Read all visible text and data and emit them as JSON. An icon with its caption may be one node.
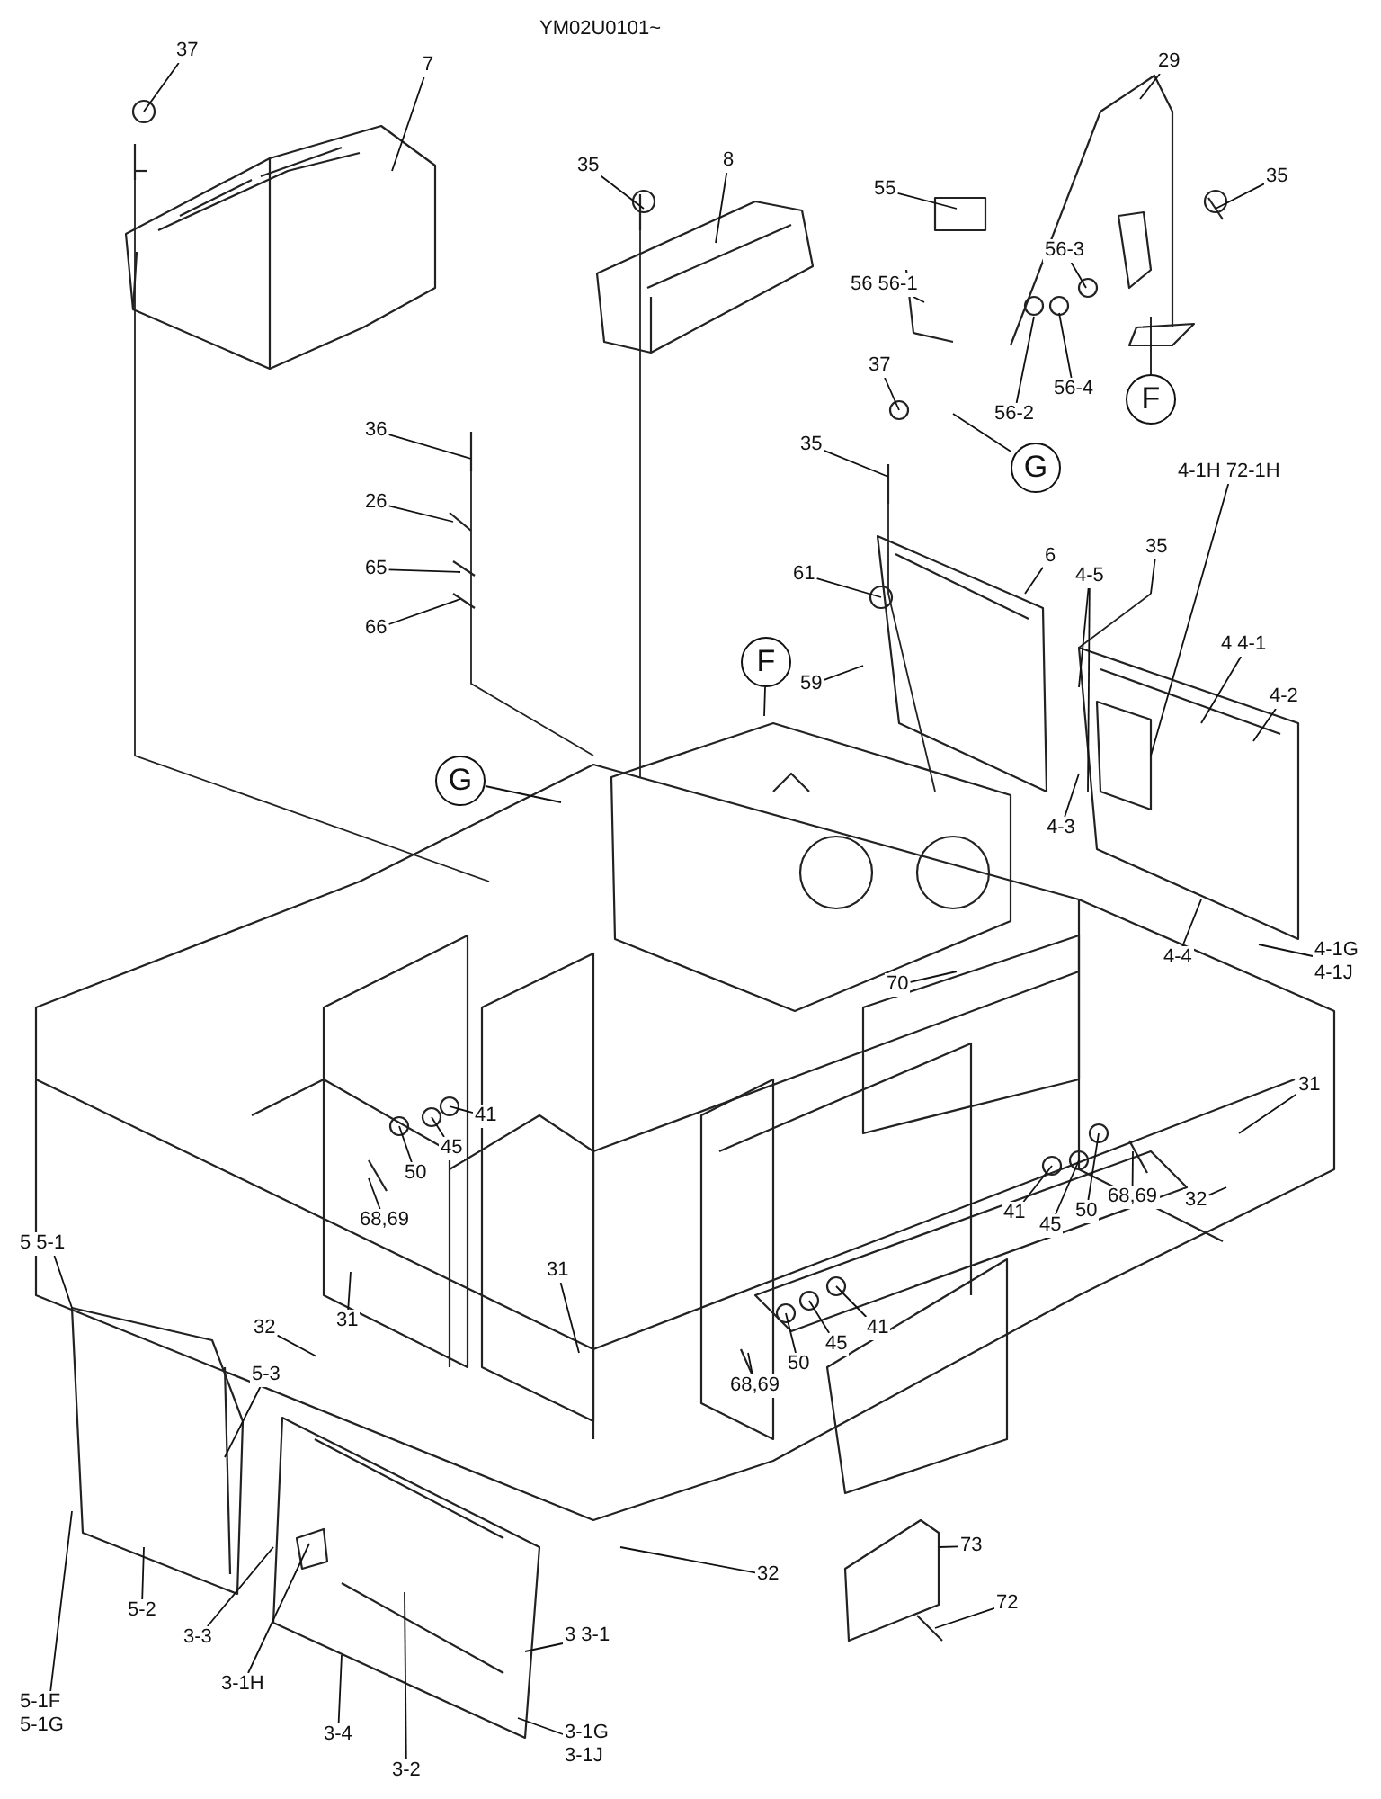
{
  "diagram": {
    "nodes": [
      {
        "text": [
          "37"
        ]
      },
      {
        "text": [
          "7"
        ]
      },
      {
        "text": [
          "35"
        ]
      },
      {
        "text": [
          "8"
        ]
      },
      {
        "text": [
          "29"
        ]
      },
      {
        "text": [
          "35"
        ]
      },
      {
        "text": [
          "55"
        ]
      },
      {
        "text": [
          "56 56-1"
        ]
      },
      {
        "text": [
          "56-3"
        ]
      },
      {
        "text": [
          "56-4"
        ]
      },
      {
        "text": [
          "56-2"
        ]
      },
      {
        "text": [
          "37"
        ]
      },
      {
        "text": [
          "F"
        ]
      },
      {
        "text": [
          "G"
        ]
      },
      {
        "text": [
          "36"
        ]
      },
      {
        "text": [
          "26"
        ]
      },
      {
        "text": [
          "65"
        ]
      },
      {
        "text": [
          "66"
        ]
      },
      {
        "text": [
          "35"
        ]
      },
      {
        "text": [
          "6"
        ]
      },
      {
        "text": [
          "61"
        ]
      },
      {
        "text": [
          "4-1H 72-1H"
        ]
      },
      {
        "text": [
          "35"
        ]
      },
      {
        "text": [
          "4-5"
        ]
      },
      {
        "text": [
          "4 4-1"
        ]
      },
      {
        "text": [
          "4-2"
        ]
      },
      {
        "text": [
          "F"
        ]
      },
      {
        "text": [
          "59"
        ]
      },
      {
        "text": [
          "G"
        ]
      },
      {
        "text": [
          "4-3"
        ]
      },
      {
        "text": [
          "4-4"
        ]
      },
      {
        "text": [
          "4-1G 4-1J"
        ]
      },
      {
        "text": [
          "70"
        ]
      },
      {
        "text": [
          "31"
        ]
      },
      {
        "text": [
          "41"
        ]
      },
      {
        "text": [
          "45"
        ]
      },
      {
        "text": [
          "50"
        ]
      },
      {
        "text": [
          "68,69"
        ]
      },
      {
        "text": [
          "32"
        ]
      },
      {
        "text": [
          "41"
        ]
      },
      {
        "text": [
          "45"
        ]
      },
      {
        "text": [
          "50"
        ]
      },
      {
        "text": [
          "68,69"
        ]
      },
      {
        "text": [
          "5 5-1"
        ]
      },
      {
        "text": [
          "32"
        ]
      },
      {
        "text": [
          "31"
        ]
      },
      {
        "text": [
          "31"
        ]
      },
      {
        "text": [
          "5-3"
        ]
      },
      {
        "text": [
          "41"
        ]
      },
      {
        "text": [
          "45"
        ]
      },
      {
        "text": [
          "50"
        ]
      },
      {
        "text": [
          "68,69"
        ]
      },
      {
        "text": [
          "32"
        ]
      },
      {
        "text": [
          "73"
        ]
      },
      {
        "text": [
          "72"
        ]
      },
      {
        "text": [
          "5-2"
        ]
      },
      {
        "text": [
          "3-3"
        ]
      },
      {
        "text": [
          "3-1H"
        ]
      },
      {
        "text": [
          "3 3-1"
        ]
      },
      {
        "text": [
          "5-1F 5-1G"
        ]
      },
      {
        "text": [
          "3-4"
        ]
      },
      {
        "text": [
          "3-2"
        ]
      },
      {
        "text": [
          "3-1G 3-1J"
        ]
      }
    ],
    "edges": [
      {
        "from": 0,
        "to": null,
        "arrow": "none"
      },
      {
        "from": 1,
        "to": null,
        "arrow": "none"
      },
      {
        "from": 2,
        "to": null,
        "arrow": "none"
      },
      {
        "from": 3,
        "to": null,
        "arrow": "none"
      },
      {
        "from": 4,
        "to": null,
        "arrow": "none"
      },
      {
        "from": 5,
        "to": null,
        "arrow": "none"
      },
      {
        "from": 6,
        "to": null,
        "arrow": "none"
      },
      {
        "from": 7,
        "to": null,
        "arrow": "none"
      },
      {
        "from": 8,
        "to": null,
        "arrow": "none"
      },
      {
        "from": 9,
        "to": null,
        "arrow": "none"
      },
      {
        "from": 10,
        "to": null,
        "arrow": "none"
      },
      {
        "from": 11,
        "to": null,
        "arrow": "none"
      },
      {
        "from": 12,
        "to": null,
        "arrow": "none"
      },
      {
        "from": 13,
        "to": null,
        "arrow": "none"
      },
      {
        "from": 14,
        "to": null,
        "arrow": "none"
      },
      {
        "from": 15,
        "to": null,
        "arrow": "none"
      },
      {
        "from": 16,
        "to": null,
        "arrow": "none"
      },
      {
        "from": 17,
        "to": null,
        "arrow": "none"
      },
      {
        "from": 18,
        "to": null,
        "arrow": "none"
      },
      {
        "from": 19,
        "to": null,
        "arrow": "none"
      },
      {
        "from": 20,
        "to": null,
        "arrow": "none"
      },
      {
        "from": 21,
        "to": null,
        "arrow": "none"
      },
      {
        "from": 22,
        "to": null,
        "arrow": "none"
      },
      {
        "from": 23,
        "to": null,
        "arrow": "none"
      },
      {
        "from": 23,
        "to": null,
        "arrow": "none"
      },
      {
        "from": 24,
        "to": null,
        "arrow": "none"
      },
      {
        "from": 25,
        "to": null,
        "arrow": "none"
      },
      {
        "from": 26,
        "to": null,
        "arrow": "none"
      },
      {
        "from": 27,
        "to": null,
        "arrow": "none"
      },
      {
        "from": 28,
        "to": null,
        "arrow": "none"
      },
      {
        "from": 29,
        "to": null,
        "arrow": "none"
      },
      {
        "from": 30,
        "to": null,
        "arrow": "none"
      },
      {
        "from": 31,
        "to": null,
        "arrow": "none"
      },
      {
        "from": 32,
        "to": null,
        "arrow": "none"
      },
      {
        "from": 33,
        "to": null,
        "arrow": "none"
      },
      {
        "from": 34,
        "to": null,
        "arrow": "none"
      },
      {
        "from": 35,
        "to": null,
        "arrow": "none"
      },
      {
        "from": 36,
        "to": null,
        "arrow": "none"
      },
      {
        "from": 37,
        "to": null,
        "arrow": "none"
      },
      {
        "from": 38,
        "to": null,
        "arrow": "none"
      },
      {
        "from": 39,
        "to": null,
        "arrow": "none"
      },
      {
        "from": 40,
        "to": null,
        "arrow": "none"
      },
      {
        "from": 41,
        "to": null,
        "arrow": "none"
      },
      {
        "from": 42,
        "to": null,
        "arrow": "none"
      },
      {
        "from": 43,
        "to": null,
        "arrow": "none"
      },
      {
        "from": 44,
        "to": null,
        "arrow": "none"
      },
      {
        "from": 45,
        "to": null,
        "arrow": "none"
      },
      {
        "from": 46,
        "to": null,
        "arrow": "none"
      },
      {
        "from": 47,
        "to": null,
        "arrow": "none"
      },
      {
        "from": 48,
        "to": null,
        "arrow": "none"
      },
      {
        "from": 49,
        "to": null,
        "arrow": "none"
      },
      {
        "from": 50,
        "to": null,
        "arrow": "none"
      },
      {
        "from": 51,
        "to": null,
        "arrow": "none"
      },
      {
        "from": 52,
        "to": null,
        "arrow": "none"
      },
      {
        "from": 53,
        "to": null,
        "arrow": "none"
      },
      {
        "from": 54,
        "to": null,
        "arrow": "none"
      },
      {
        "from": 55,
        "to": null,
        "arrow": "none"
      },
      {
        "from": 56,
        "to": null,
        "arrow": "none"
      },
      {
        "from": 57,
        "to": null,
        "arrow": "none"
      },
      {
        "from": 58,
        "to": null,
        "arrow": "none"
      },
      {
        "from": 59,
        "to": null,
        "arrow": "none"
      },
      {
        "from": 60,
        "to": null,
        "arrow": "none"
      },
      {
        "from": 61,
        "to": null,
        "arrow": "none"
      },
      {
        "from": 62,
        "to": null,
        "arrow": "none"
      }
    ],
    "labels": [
      "YM02U0101~"
    ]
  }
}
